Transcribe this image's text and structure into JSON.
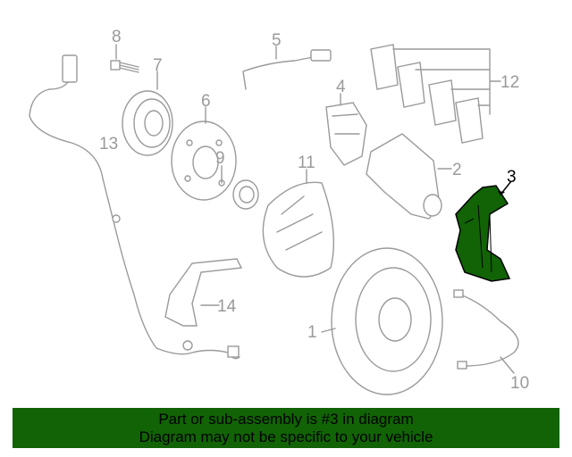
{
  "diagram": {
    "highlight_color": "#116306",
    "callouts": {
      "c1": "1",
      "c2": "2",
      "c3": "3",
      "c4": "4",
      "c5": "5",
      "c6": "6",
      "c7": "7",
      "c8": "8",
      "c9": "9",
      "c10": "10",
      "c11": "11",
      "c12": "12",
      "c13": "13",
      "c14": "14"
    }
  },
  "banner": {
    "line1": "Part or sub-assembly is #3 in diagram",
    "line2": "Diagram may not be specific to your vehicle"
  }
}
